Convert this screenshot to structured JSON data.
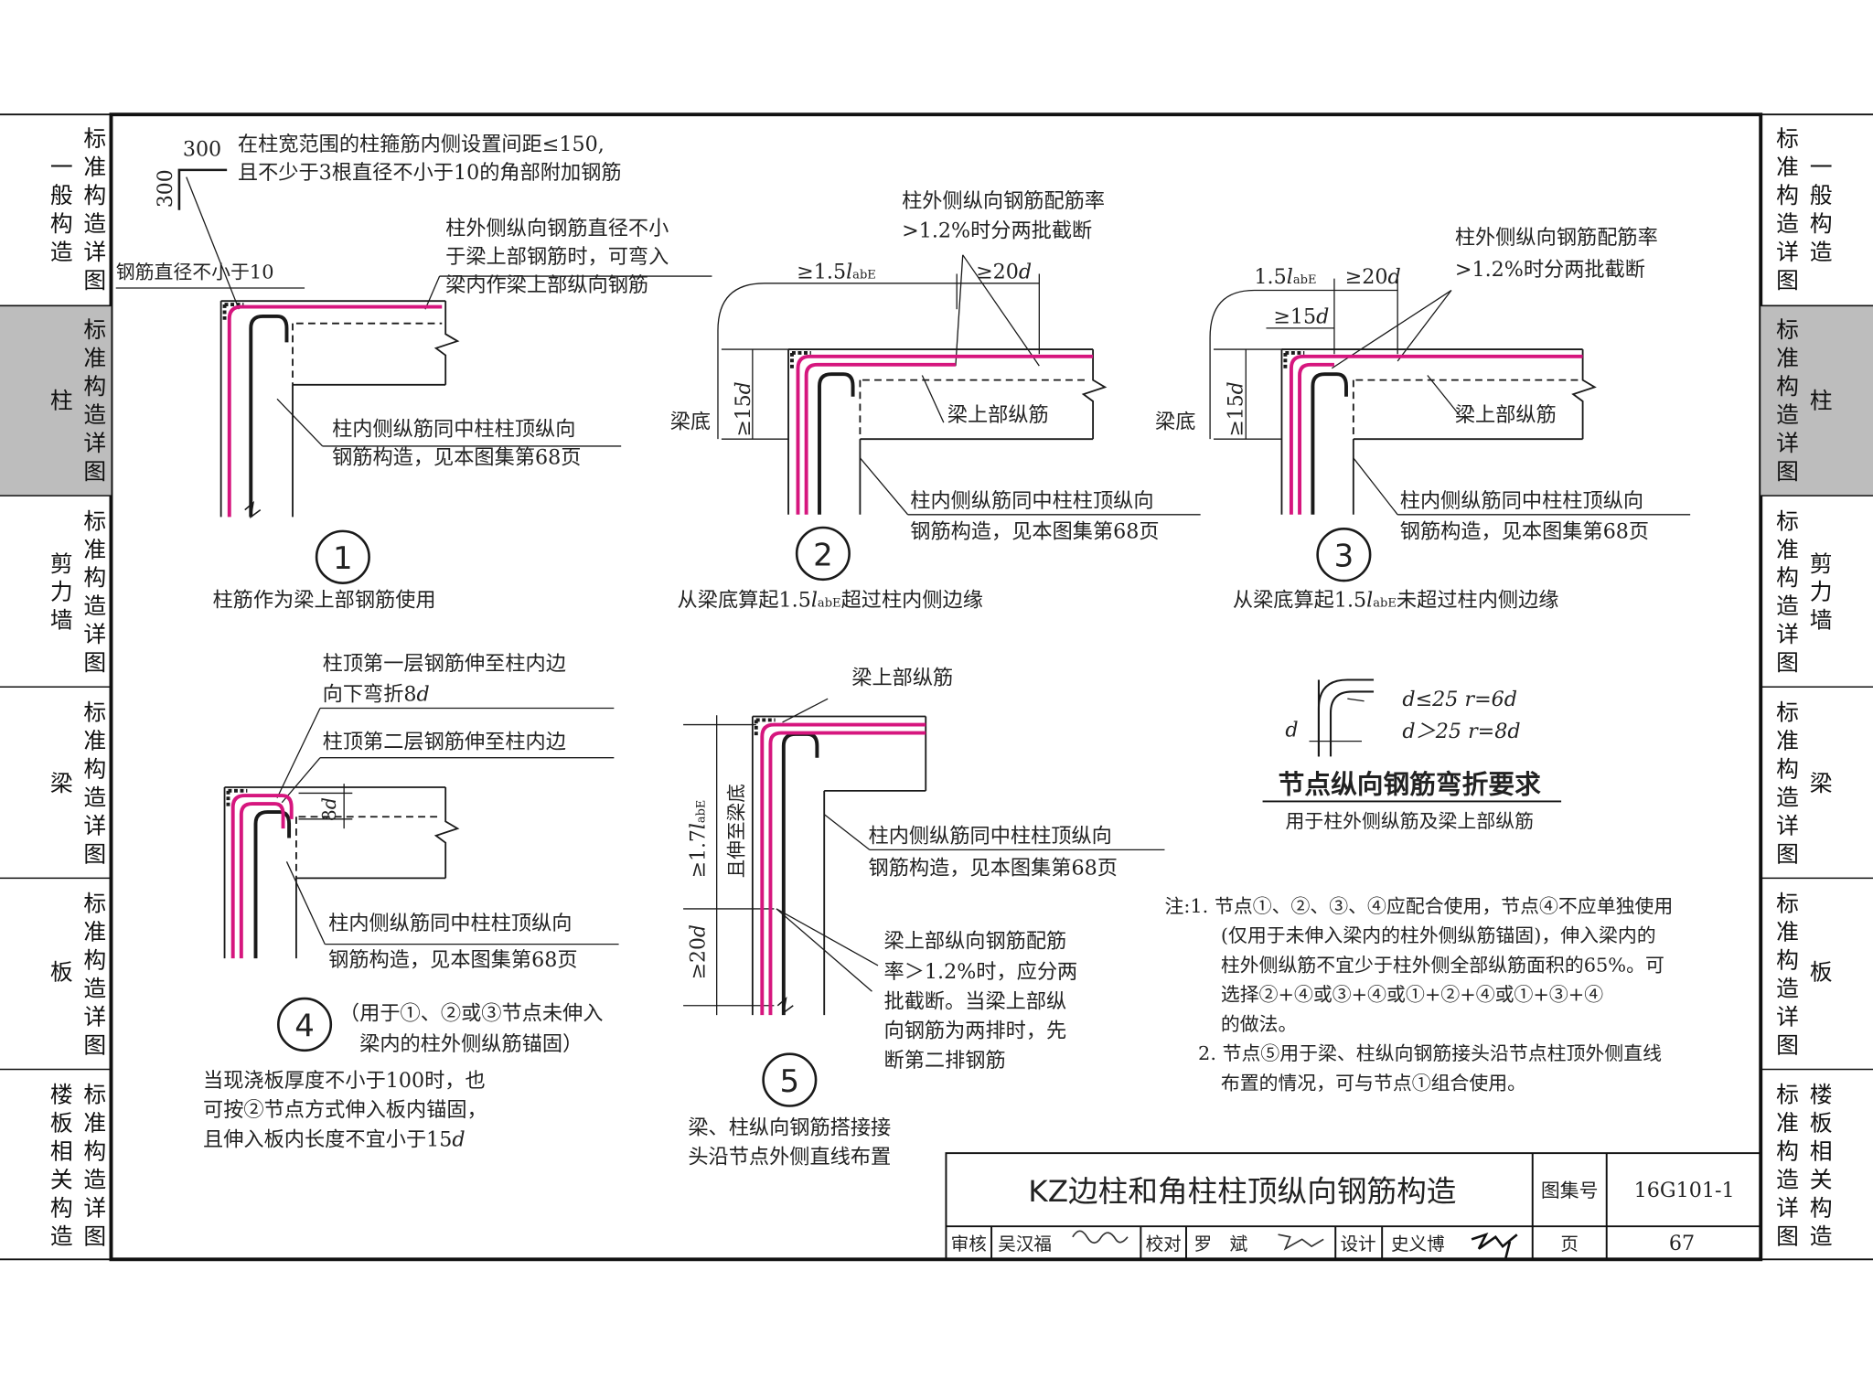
{
  "left_tabs": [
    {
      "title": "一般构造",
      "sub": "标准构造详图",
      "active": false
    },
    {
      "title": "柱",
      "sub": "标准构造详图",
      "active": true
    },
    {
      "title": "剪力墙",
      "sub": "标准构造详图",
      "active": false
    },
    {
      "title": "梁",
      "sub": "标准构造详图",
      "active": false
    },
    {
      "title": "板",
      "sub": "标准构造详图",
      "active": false
    },
    {
      "title": "楼板相关构造",
      "sub": "标准构造详图",
      "active": false
    }
  ],
  "right_tabs": [
    {
      "title": "一般构造",
      "sub": "标准构造详图",
      "active": false
    },
    {
      "title": "柱",
      "sub": "标准构造详图",
      "active": true
    },
    {
      "title": "剪力墙",
      "sub": "标准构造详图",
      "active": false
    },
    {
      "title": "梁",
      "sub": "标准构造详图",
      "active": false
    },
    {
      "title": "板",
      "sub": "标准构造详图",
      "active": false
    },
    {
      "title": "楼板相关构造",
      "sub": "标准构造详图",
      "active": false
    }
  ],
  "node1": {
    "dim_300_h": "300",
    "dim_300_v": "300",
    "note_line1": "在柱宽范围的柱箍筋内侧设置间距≤150,",
    "note_line2": "且不少于3根直径不小于10的角部附加钢筋",
    "rebar_label": "钢筋直径不小于10",
    "outer_line1": "柱外侧纵向钢筋直径不小",
    "outer_line2": "于梁上部钢筋时，可弯入",
    "outer_line3": "梁内作梁上部纵向钢筋",
    "inner_line1": "柱内侧纵筋同中柱柱顶纵向",
    "inner_line2": "钢筋构造，见本图集第68页",
    "number": "1",
    "caption": "柱筋作为梁上部钢筋使用"
  },
  "node2": {
    "ratio_line1": "柱外侧纵向钢筋配筋率",
    "ratio_line2": ">1.2%时分两批截断",
    "dim_a": "≥1.5",
    "dim_a_l": "l",
    "dim_a_sub": "abE",
    "dim_b": "≥20",
    "dim_b_d": "d",
    "dim_v": "≥15",
    "dim_v_d": "d",
    "beam_bottom": "梁底",
    "beam_top": "梁上部纵筋",
    "inner_line1": "柱内侧纵筋同中柱柱顶纵向",
    "inner_line2": "钢筋构造，见本图集第68页",
    "number": "2",
    "caption_a": "从梁底算起1.5",
    "caption_l": "l",
    "caption_sub": "abE",
    "caption_b": "超过柱内侧边缘"
  },
  "node3": {
    "ratio_line1": "柱外侧纵向钢筋配筋率",
    "ratio_line2": ">1.2%时分两批截断",
    "dim_a": "1.5",
    "dim_a_l": "l",
    "dim_a_sub": "abE",
    "dim_b": "≥20",
    "dim_b_d": "d",
    "dim_c": "≥15",
    "dim_c_d": "d",
    "dim_v": "≥15",
    "dim_v_d": "d",
    "beam_bottom": "梁底",
    "beam_top": "梁上部纵筋",
    "inner_line1": "柱内侧纵筋同中柱柱顶纵向",
    "inner_line2": "钢筋构造，见本图集第68页",
    "number": "3",
    "caption_a": "从梁底算起1.5",
    "caption_l": "l",
    "caption_sub": "abE",
    "caption_b": "未超过柱内侧边缘"
  },
  "node4": {
    "layer1_line1": "柱顶第一层钢筋伸至柱内边",
    "layer1_line2": "向下弯折8",
    "layer1_d": "d",
    "layer2": "柱顶第二层钢筋伸至柱内边",
    "dim_8d": "8",
    "dim_8d_d": "d",
    "inner_line1": "柱内侧纵筋同中柱柱顶纵向",
    "inner_line2": "钢筋构造，见本图集第68页",
    "number": "4",
    "paren_line1": "（用于①、②或③节点未伸入",
    "paren_line2": "梁内的柱外侧纵筋锚固）",
    "slab_line1": "当现浇板厚度不小于100时，也",
    "slab_line2": "可按②节点方式伸入板内锚固，",
    "slab_line3": "且伸入板内长度不宜小于15",
    "slab_d": "d"
  },
  "node5": {
    "beam_top": "梁上部纵筋",
    "dim_a": "≥1.7",
    "dim_a_l": "l",
    "dim_a_sub": "abE",
    "dim_a_note": "且伸至梁底",
    "dim_b": "≥20",
    "dim_b_d": "d",
    "inner_line1": "柱内侧纵筋同中柱柱顶纵向",
    "inner_line2": "钢筋构造，见本图集第68页",
    "note_line1": "梁上部纵向钢筋配筋",
    "note_line2": "率＞1.2%时，应分两",
    "note_line3": "批截断。当梁上部纵",
    "note_line4": "向钢筋为两排时，先",
    "note_line5": "断第二排钢筋",
    "number": "5",
    "caption_line1": "梁、柱纵向钢筋搭接接",
    "caption_line2": "头沿节点外侧直线布置"
  },
  "bend": {
    "d_label": "d",
    "rule1": "d≤25  r=6d",
    "rule2": "d＞25  r=8d",
    "title": "节点纵向钢筋弯折要求",
    "subtitle": "用于柱外侧纵筋及梁上部纵筋"
  },
  "notes": [
    "注:1. 节点①、②、③、④应配合使用，节点④不应单独使用",
    "(仅用于未伸入梁内的柱外侧纵筋锚固)，伸入梁内的",
    "柱外侧纵筋不宜少于柱外侧全部纵筋面积的65%。可",
    "选择②+④或③+④或①+②+④或①+③+④",
    "的做法。",
    "2. 节点⑤用于梁、柱纵向钢筋接头沿节点柱顶外侧直线",
    "布置的情况，可与节点①组合使用。"
  ],
  "title_block": {
    "title": "KZ边柱和角柱柱顶纵向钢筋构造",
    "atlas_label": "图集号",
    "atlas_no": "16G101-1",
    "review_label": "审核",
    "reviewer": "吴汉福",
    "check_label": "校对",
    "checker": "罗　斌",
    "design_label": "设计",
    "designer": "史义博",
    "page_label": "页",
    "page_no": "67"
  },
  "colors": {
    "rebar": "#d6167e",
    "line": "#1a1a1a",
    "tab_active": "#bdbdbd"
  }
}
